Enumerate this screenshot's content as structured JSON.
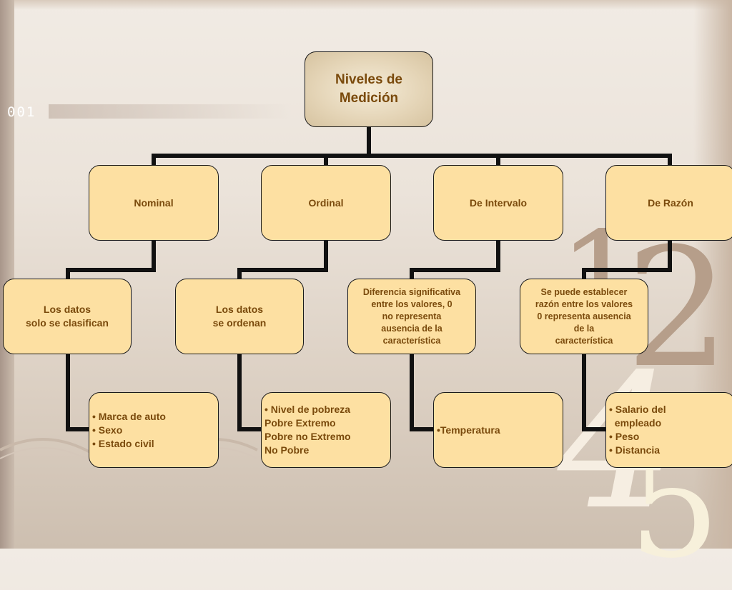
{
  "background": {
    "binary_text": "001",
    "decor_digits": [
      "1",
      "2",
      "4",
      "5"
    ]
  },
  "diagram": {
    "root": {
      "line1": "Niveles de",
      "line2": "Medición"
    },
    "levels": [
      {
        "name": "Nominal",
        "description": [
          "Los datos",
          "solo se clasifican"
        ],
        "examples": [
          "• Marca de auto",
          "• Sexo",
          "• Estado civil"
        ]
      },
      {
        "name": "Ordinal",
        "description": [
          "Los datos",
          "se ordenan"
        ],
        "examples": [
          "• Nivel de pobreza",
          "Pobre Extremo",
          "Pobre no Extremo",
          "No Pobre"
        ]
      },
      {
        "name": "De Intervalo",
        "description": [
          "Diferencia significativa",
          "entre los valores, 0",
          "no representa",
          "ausencia de la",
          "característica"
        ],
        "examples": [
          "•Temperatura"
        ]
      },
      {
        "name": "De Razón",
        "description": [
          "Se puede establecer",
          "razón entre los valores",
          "0 representa ausencia",
          "de la",
          "característica"
        ],
        "examples": [
          "• Salario del",
          "  empleado",
          "• Peso",
          "• Distancia"
        ]
      }
    ]
  },
  "colors": {
    "box_fill": "#fde0a2",
    "box_text": "#7a4a0c",
    "connector": "#111111"
  }
}
